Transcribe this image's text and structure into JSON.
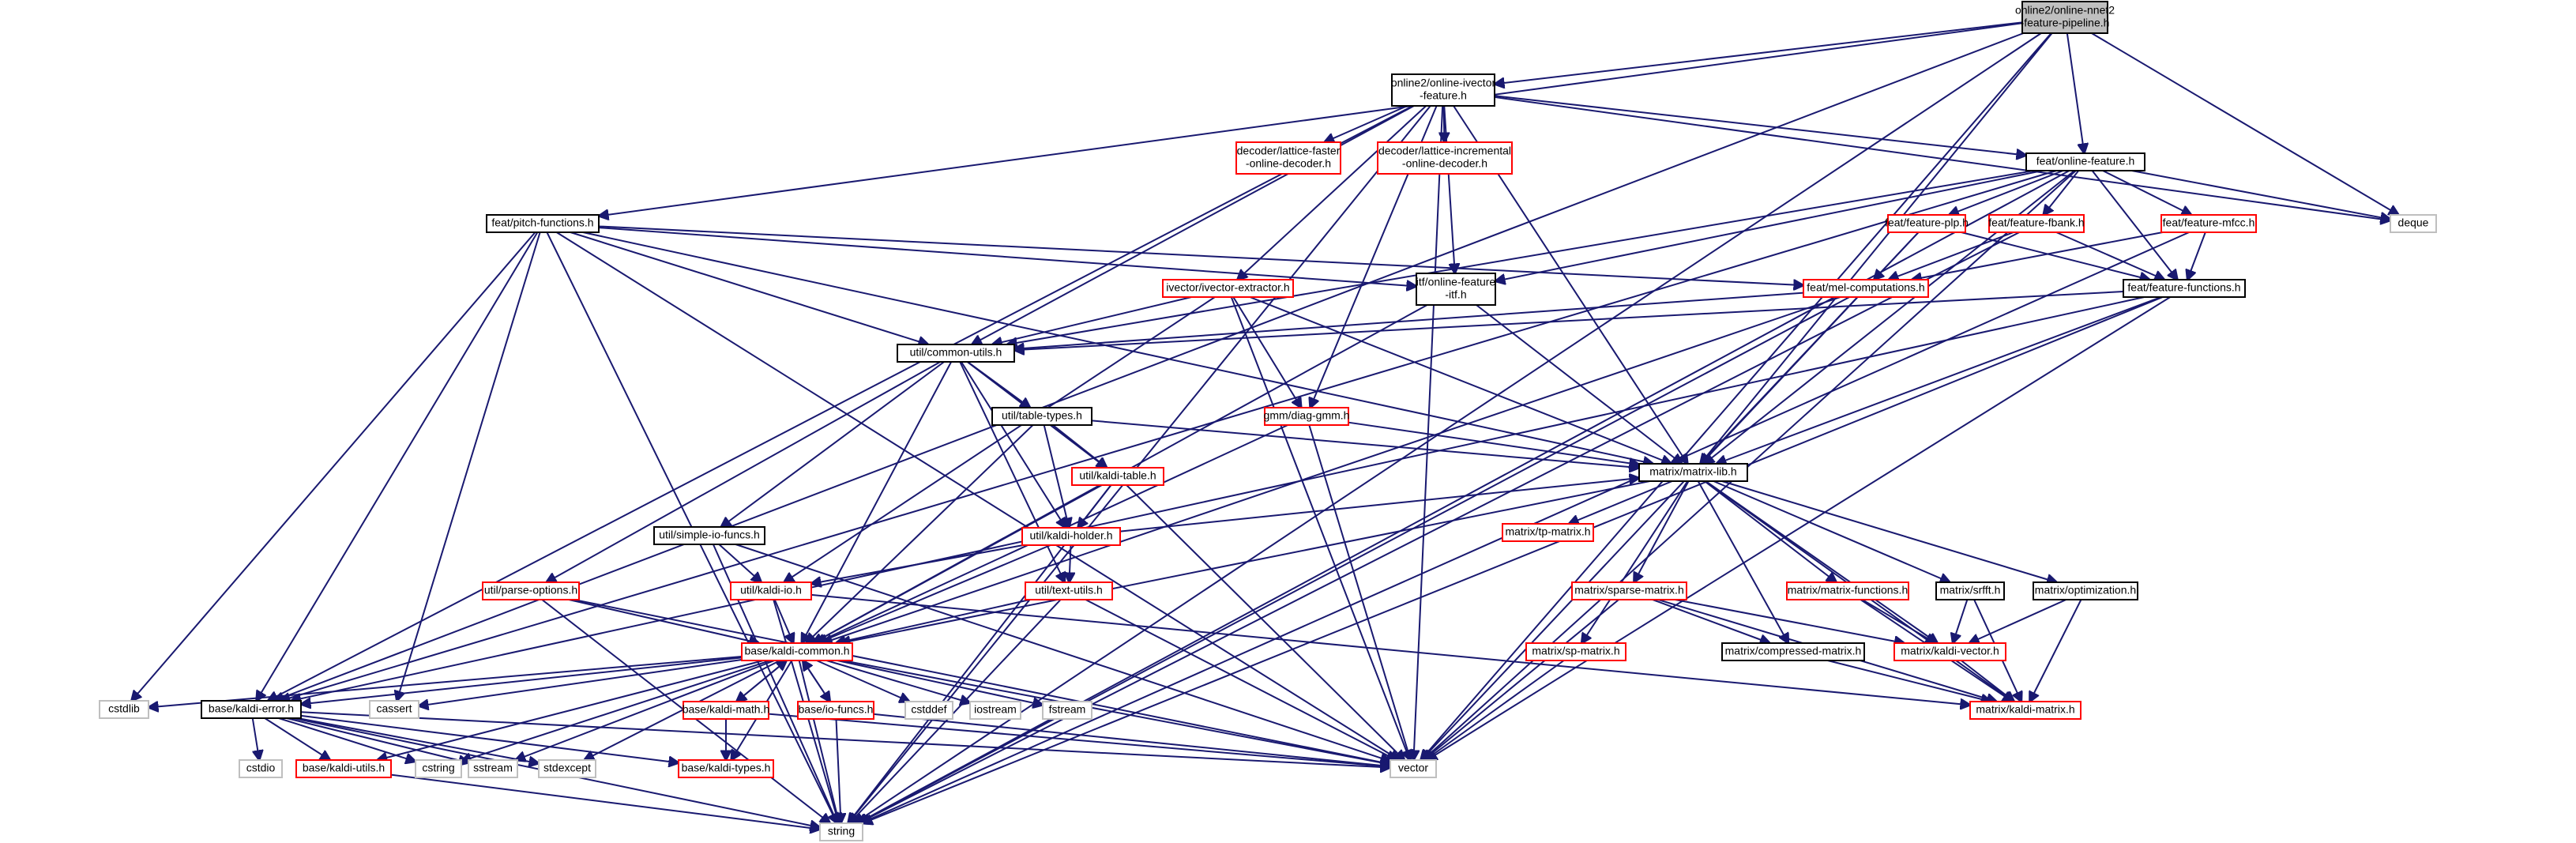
{
  "graph": {
    "title": "online2/online-nnet2-feature-pipeline.h",
    "nodes": [
      {
        "id": "root",
        "lines": [
          "online2/online-nnet2",
          "-feature-pipeline.h"
        ],
        "kind": "root"
      },
      {
        "id": "ivfeat",
        "lines": [
          "online2/online-ivector",
          "-feature.h"
        ],
        "kind": "black"
      },
      {
        "id": "latfast",
        "lines": [
          "decoder/lattice-faster",
          "-online-decoder.h"
        ],
        "kind": "red"
      },
      {
        "id": "latinc",
        "lines": [
          "decoder/lattice-incremental",
          "-online-decoder.h"
        ],
        "kind": "red"
      },
      {
        "id": "onlinefeat",
        "lines": [
          "feat/online-feature.h"
        ],
        "kind": "black"
      },
      {
        "id": "deque",
        "lines": [
          "deque"
        ],
        "kind": "grey"
      },
      {
        "id": "pitch",
        "lines": [
          "feat/pitch-functions.h"
        ],
        "kind": "black"
      },
      {
        "id": "plp",
        "lines": [
          "feat/feature-plp.h"
        ],
        "kind": "red"
      },
      {
        "id": "fbank",
        "lines": [
          "feat/feature-fbank.h"
        ],
        "kind": "red"
      },
      {
        "id": "mfcc",
        "lines": [
          "feat/feature-mfcc.h"
        ],
        "kind": "red"
      },
      {
        "id": "ivextr",
        "lines": [
          "ivector/ivector-extractor.h"
        ],
        "kind": "red"
      },
      {
        "id": "itf",
        "lines": [
          "itf/online-feature",
          "-itf.h"
        ],
        "kind": "black"
      },
      {
        "id": "melcomp",
        "lines": [
          "feat/mel-computations.h"
        ],
        "kind": "red"
      },
      {
        "id": "featfuncs",
        "lines": [
          "feat/feature-functions.h"
        ],
        "kind": "black"
      },
      {
        "id": "commonutils",
        "lines": [
          "util/common-utils.h"
        ],
        "kind": "black"
      },
      {
        "id": "tabletypes",
        "lines": [
          "util/table-types.h"
        ],
        "kind": "black"
      },
      {
        "id": "diaggmm",
        "lines": [
          "gmm/diag-gmm.h"
        ],
        "kind": "red"
      },
      {
        "id": "matrixlib",
        "lines": [
          "matrix/matrix-lib.h"
        ],
        "kind": "black"
      },
      {
        "id": "kalditable",
        "lines": [
          "util/kaldi-table.h"
        ],
        "kind": "red"
      },
      {
        "id": "simpleio",
        "lines": [
          "util/simple-io-funcs.h"
        ],
        "kind": "black"
      },
      {
        "id": "kaldiholder",
        "lines": [
          "util/kaldi-holder.h"
        ],
        "kind": "red"
      },
      {
        "id": "tpmatrix",
        "lines": [
          "matrix/tp-matrix.h"
        ],
        "kind": "red"
      },
      {
        "id": "sparse",
        "lines": [
          "matrix/sparse-matrix.h"
        ],
        "kind": "red"
      },
      {
        "id": "matfuncs",
        "lines": [
          "matrix/matrix-functions.h"
        ],
        "kind": "red"
      },
      {
        "id": "srfft",
        "lines": [
          "matrix/srfft.h"
        ],
        "kind": "black"
      },
      {
        "id": "optim",
        "lines": [
          "matrix/optimization.h"
        ],
        "kind": "black"
      },
      {
        "id": "parseopt",
        "lines": [
          "util/parse-options.h"
        ],
        "kind": "red"
      },
      {
        "id": "kaldiio",
        "lines": [
          "util/kaldi-io.h"
        ],
        "kind": "red"
      },
      {
        "id": "textutils",
        "lines": [
          "util/text-utils.h"
        ],
        "kind": "red"
      },
      {
        "id": "compressed",
        "lines": [
          "matrix/compressed-matrix.h"
        ],
        "kind": "black"
      },
      {
        "id": "kaldivector",
        "lines": [
          "matrix/kaldi-vector.h"
        ],
        "kind": "red"
      },
      {
        "id": "spmatrix",
        "lines": [
          "matrix/sp-matrix.h"
        ],
        "kind": "red"
      },
      {
        "id": "kaldicommon",
        "lines": [
          "base/kaldi-common.h"
        ],
        "kind": "red"
      },
      {
        "id": "kaldimatrix",
        "lines": [
          "matrix/kaldi-matrix.h"
        ],
        "kind": "red"
      },
      {
        "id": "cstdlib",
        "lines": [
          "cstdlib"
        ],
        "kind": "grey"
      },
      {
        "id": "kaldierror",
        "lines": [
          "base/kaldi-error.h"
        ],
        "kind": "black"
      },
      {
        "id": "cassert",
        "lines": [
          "cassert"
        ],
        "kind": "grey"
      },
      {
        "id": "kaldimath",
        "lines": [
          "base/kaldi-math.h"
        ],
        "kind": "red"
      },
      {
        "id": "iofuncs",
        "lines": [
          "base/io-funcs.h"
        ],
        "kind": "red"
      },
      {
        "id": "cstddef",
        "lines": [
          "cstddef"
        ],
        "kind": "grey"
      },
      {
        "id": "iostream",
        "lines": [
          "iostream"
        ],
        "kind": "grey"
      },
      {
        "id": "fstream",
        "lines": [
          "fstream"
        ],
        "kind": "grey"
      },
      {
        "id": "cstdio",
        "lines": [
          "cstdio"
        ],
        "kind": "grey"
      },
      {
        "id": "kaldiutils",
        "lines": [
          "base/kaldi-utils.h"
        ],
        "kind": "red"
      },
      {
        "id": "cstring",
        "lines": [
          "cstring"
        ],
        "kind": "grey"
      },
      {
        "id": "sstream",
        "lines": [
          "sstream"
        ],
        "kind": "grey"
      },
      {
        "id": "stdexcept",
        "lines": [
          "stdexcept"
        ],
        "kind": "grey"
      },
      {
        "id": "kalditypes",
        "lines": [
          "base/kaldi-types.h"
        ],
        "kind": "red"
      },
      {
        "id": "vector",
        "lines": [
          "vector"
        ],
        "kind": "grey"
      },
      {
        "id": "string",
        "lines": [
          "string"
        ],
        "kind": "grey"
      }
    ],
    "edges": [
      [
        "root",
        "ivfeat"
      ],
      [
        "root",
        "onlinefeat"
      ],
      [
        "root",
        "pitch"
      ],
      [
        "root",
        "deque"
      ],
      [
        "root",
        "matrixlib"
      ],
      [
        "root",
        "kaldierror"
      ],
      [
        "root",
        "vector"
      ],
      [
        "root",
        "string"
      ],
      [
        "ivfeat",
        "latfast"
      ],
      [
        "ivfeat",
        "latinc"
      ],
      [
        "ivfeat",
        "onlinefeat"
      ],
      [
        "ivfeat",
        "ivextr"
      ],
      [
        "ivfeat",
        "itf"
      ],
      [
        "ivfeat",
        "commonutils"
      ],
      [
        "ivfeat",
        "diaggmm"
      ],
      [
        "ivfeat",
        "matrixlib"
      ],
      [
        "ivfeat",
        "deque"
      ],
      [
        "ivfeat",
        "kaldierror"
      ],
      [
        "ivfeat",
        "vector"
      ],
      [
        "ivfeat",
        "string"
      ],
      [
        "onlinefeat",
        "plp"
      ],
      [
        "onlinefeat",
        "fbank"
      ],
      [
        "onlinefeat",
        "mfcc"
      ],
      [
        "onlinefeat",
        "featfuncs"
      ],
      [
        "onlinefeat",
        "itf"
      ],
      [
        "onlinefeat",
        "deque"
      ],
      [
        "onlinefeat",
        "commonutils"
      ],
      [
        "onlinefeat",
        "matrixlib"
      ],
      [
        "onlinefeat",
        "kaldierror"
      ],
      [
        "onlinefeat",
        "vector"
      ],
      [
        "onlinefeat",
        "string"
      ],
      [
        "pitch",
        "itf"
      ],
      [
        "pitch",
        "melcomp"
      ],
      [
        "pitch",
        "commonutils"
      ],
      [
        "pitch",
        "matrixlib"
      ],
      [
        "pitch",
        "kaldierror"
      ],
      [
        "pitch",
        "cstdlib"
      ],
      [
        "pitch",
        "cassert"
      ],
      [
        "pitch",
        "vector"
      ],
      [
        "pitch",
        "string"
      ],
      [
        "plp",
        "melcomp"
      ],
      [
        "plp",
        "featfuncs"
      ],
      [
        "plp",
        "vector"
      ],
      [
        "fbank",
        "melcomp"
      ],
      [
        "fbank",
        "featfuncs"
      ],
      [
        "fbank",
        "string"
      ],
      [
        "mfcc",
        "melcomp"
      ],
      [
        "mfcc",
        "featfuncs"
      ],
      [
        "mfcc",
        "string"
      ],
      [
        "ivextr",
        "commonutils"
      ],
      [
        "ivextr",
        "diaggmm"
      ],
      [
        "ivextr",
        "matrixlib"
      ],
      [
        "ivextr",
        "kaldiio"
      ],
      [
        "ivextr",
        "vector"
      ],
      [
        "itf",
        "kaldicommon"
      ],
      [
        "itf",
        "matrixlib"
      ],
      [
        "melcomp",
        "commonutils"
      ],
      [
        "melcomp",
        "matrixlib"
      ],
      [
        "melcomp",
        "kaldicommon"
      ],
      [
        "melcomp",
        "string"
      ],
      [
        "featfuncs",
        "commonutils"
      ],
      [
        "featfuncs",
        "matrixlib"
      ],
      [
        "featfuncs",
        "kaldierror"
      ],
      [
        "featfuncs",
        "vector"
      ],
      [
        "featfuncs",
        "string"
      ],
      [
        "commonutils",
        "tabletypes"
      ],
      [
        "commonutils",
        "simpleio"
      ],
      [
        "commonutils",
        "parseopt"
      ],
      [
        "commonutils",
        "kalditable"
      ],
      [
        "commonutils",
        "kaldiholder"
      ],
      [
        "commonutils",
        "textutils"
      ],
      [
        "commonutils",
        "kaldicommon"
      ],
      [
        "tabletypes",
        "kalditable"
      ],
      [
        "tabletypes",
        "kaldiholder"
      ],
      [
        "tabletypes",
        "matrixlib"
      ],
      [
        "tabletypes",
        "kaldicommon"
      ],
      [
        "diaggmm",
        "matrixlib"
      ],
      [
        "diaggmm",
        "kaldicommon"
      ],
      [
        "diaggmm",
        "vector"
      ],
      [
        "matrixlib",
        "tpmatrix"
      ],
      [
        "matrixlib",
        "sparse"
      ],
      [
        "matrixlib",
        "matfuncs"
      ],
      [
        "matrixlib",
        "srfft"
      ],
      [
        "matrixlib",
        "optim"
      ],
      [
        "matrixlib",
        "compressed"
      ],
      [
        "matrixlib",
        "kaldivector"
      ],
      [
        "matrixlib",
        "spmatrix"
      ],
      [
        "matrixlib",
        "kaldimatrix"
      ],
      [
        "matrixlib",
        "kaldicommon"
      ],
      [
        "kalditable",
        "kaldiholder"
      ],
      [
        "kalditable",
        "kaldicommon"
      ],
      [
        "kalditable",
        "vector"
      ],
      [
        "kalditable",
        "string"
      ],
      [
        "simpleio",
        "kaldiio"
      ],
      [
        "simpleio",
        "vector"
      ],
      [
        "simpleio",
        "string"
      ],
      [
        "kaldiholder",
        "kaldiio"
      ],
      [
        "kaldiholder",
        "textutils"
      ],
      [
        "kaldiholder",
        "matrixlib"
      ],
      [
        "kaldiholder",
        "kaldicommon"
      ],
      [
        "sparse",
        "compressed"
      ],
      [
        "sparse",
        "kaldivector"
      ],
      [
        "sparse",
        "kaldimatrix"
      ],
      [
        "sparse",
        "vector"
      ],
      [
        "matfuncs",
        "kaldivector"
      ],
      [
        "matfuncs",
        "kaldimatrix"
      ],
      [
        "srfft",
        "kaldivector"
      ],
      [
        "srfft",
        "kaldimatrix"
      ],
      [
        "optim",
        "kaldivector"
      ],
      [
        "optim",
        "kaldimatrix"
      ],
      [
        "parseopt",
        "kaldicommon"
      ],
      [
        "parseopt",
        "vector"
      ],
      [
        "parseopt",
        "string"
      ],
      [
        "kaldiio",
        "kaldicommon"
      ],
      [
        "kaldiio",
        "kaldimatrix"
      ],
      [
        "kaldiio",
        "string"
      ],
      [
        "textutils",
        "kaldicommon"
      ],
      [
        "textutils",
        "vector"
      ],
      [
        "textutils",
        "string"
      ],
      [
        "compressed",
        "kaldimatrix"
      ],
      [
        "kaldivector",
        "kaldimatrix"
      ],
      [
        "spmatrix",
        "vector"
      ],
      [
        "kaldicommon",
        "cstdlib"
      ],
      [
        "kaldicommon",
        "kaldierror"
      ],
      [
        "kaldicommon",
        "cassert"
      ],
      [
        "kaldicommon",
        "kaldimath"
      ],
      [
        "kaldicommon",
        "iofuncs"
      ],
      [
        "kaldicommon",
        "cstddef"
      ],
      [
        "kaldicommon",
        "iostream"
      ],
      [
        "kaldicommon",
        "fstream"
      ],
      [
        "kaldicommon",
        "kaldiutils"
      ],
      [
        "kaldicommon",
        "cstring"
      ],
      [
        "kaldicommon",
        "sstream"
      ],
      [
        "kaldicommon",
        "stdexcept"
      ],
      [
        "kaldicommon",
        "kalditypes"
      ],
      [
        "kaldicommon",
        "vector"
      ],
      [
        "kaldicommon",
        "string"
      ],
      [
        "kaldimath",
        "kaldicommon"
      ],
      [
        "kaldimath",
        "kalditypes"
      ],
      [
        "kaldimath",
        "vector"
      ],
      [
        "iofuncs",
        "kaldicommon"
      ],
      [
        "iofuncs",
        "vector"
      ],
      [
        "iofuncs",
        "string"
      ],
      [
        "kaldierror",
        "cstdio"
      ],
      [
        "kaldierror",
        "kaldiutils"
      ],
      [
        "kaldierror",
        "cstring"
      ],
      [
        "kaldierror",
        "sstream"
      ],
      [
        "kaldierror",
        "stdexcept"
      ],
      [
        "kaldierror",
        "kalditypes"
      ],
      [
        "kaldierror",
        "vector"
      ],
      [
        "kaldierror",
        "string"
      ],
      [
        "kaldiutils",
        "string"
      ]
    ]
  }
}
